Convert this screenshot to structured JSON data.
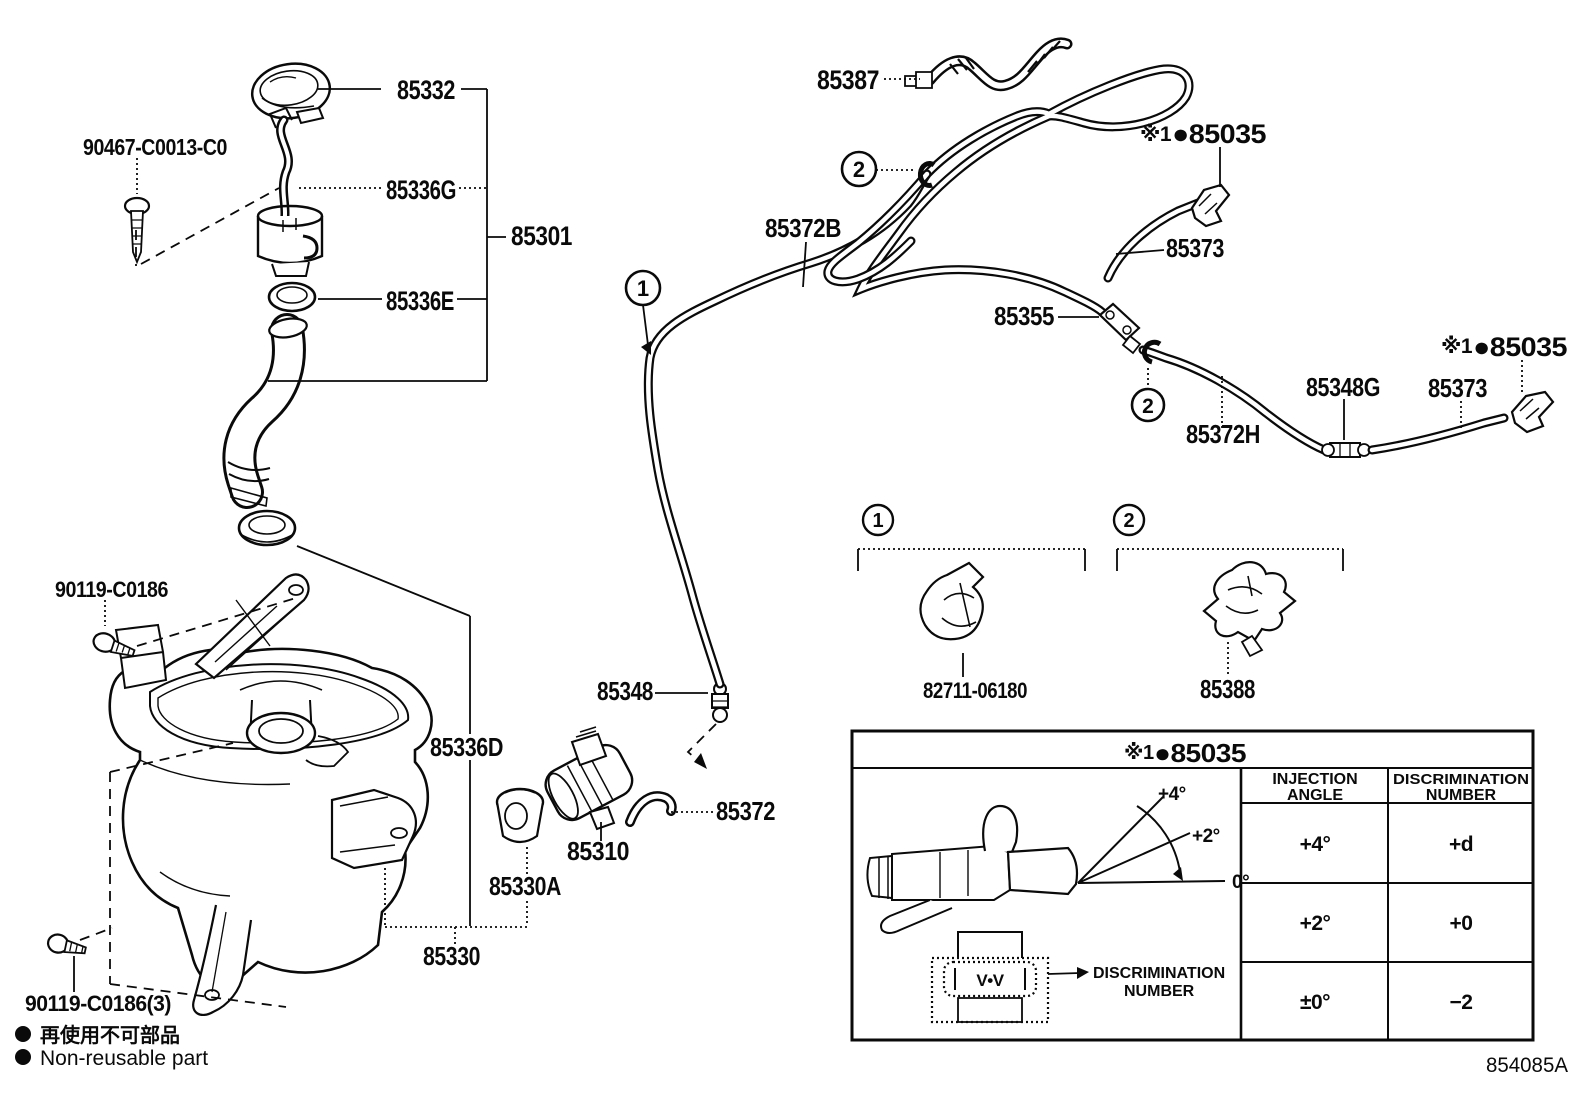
{
  "doc_code": "854085A",
  "legend": {
    "bullet": "●",
    "jp": "再使用不可部品",
    "en": "Non-reusable part"
  },
  "ref_note": "※1",
  "callouts": {
    "c1": "1",
    "c2": "2"
  },
  "parts": {
    "p85332": "85332",
    "p90467": "90467-C0013-C0",
    "p85336G": "85336G",
    "p85301": "85301",
    "p85336E": "85336E",
    "p90119": "90119-C0186",
    "p90119_3": "90119-C0186(3)",
    "p85336D": "85336D",
    "p85330A": "85330A",
    "p85330": "85330",
    "p85310": "85310",
    "p85348": "85348",
    "p85372": "85372",
    "p85387": "85387",
    "p85372B": "85372B",
    "p85355": "85355",
    "p85373": "85373",
    "p85035": "●85035",
    "p85348G": "85348G",
    "p85372H": "85372H",
    "p82711": "82711-06180",
    "p85388": "85388"
  },
  "table": {
    "title_ref": "※1",
    "title_part": "●85035",
    "col1_line1": "INJECTION",
    "col1_line2": "ANGLE",
    "col2_line1": "DISCRIMINATION",
    "col2_line2": "NUMBER",
    "rows": [
      {
        "angle": "+4°",
        "number": "+d"
      },
      {
        "angle": "+2°",
        "number": "+0"
      },
      {
        "angle": "±0°",
        "number": "−2"
      }
    ],
    "angle_marks": {
      "a4": "+4°",
      "a2": "+2°",
      "a0": "0°"
    },
    "callout_line1": "DISCRIMINATION",
    "callout_line2": "NUMBER",
    "stamp": "V•V"
  }
}
